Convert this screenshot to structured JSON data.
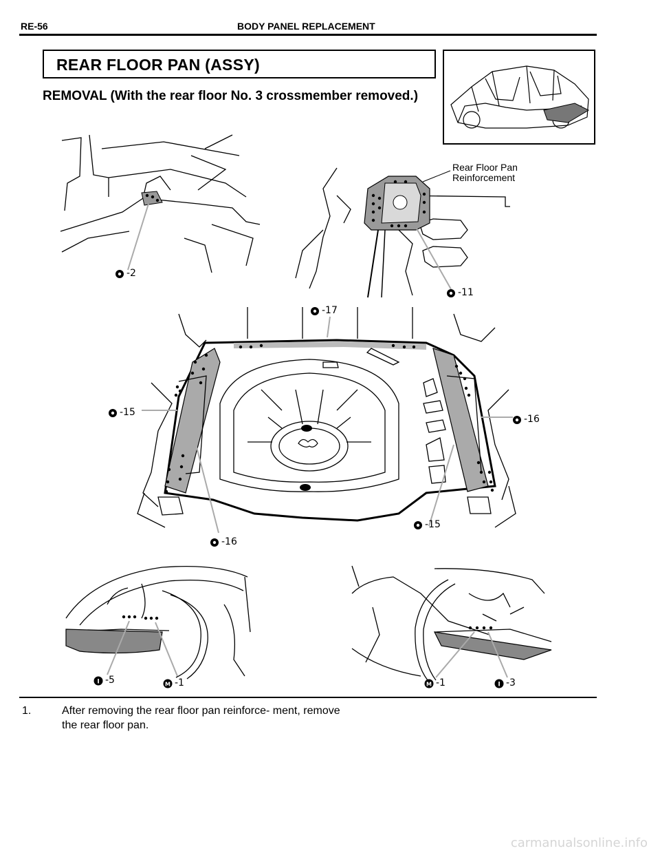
{
  "header": {
    "code": "RE-56",
    "title": "BODY PANEL REPLACEMENT"
  },
  "section_title": "REAR FLOOR PAN (ASSY)",
  "subtitle": "REMOVAL (With the rear floor No. 3 crossmember removed.)",
  "callouts": {
    "reinforcement": [
      "Rear Floor Pan",
      "Reinforcement"
    ]
  },
  "weld_codes": {
    "top_left": "-2",
    "top_right": "-11",
    "top_center": "-17",
    "left": "-15",
    "right": "-16",
    "bottom_left": "-16",
    "bottom_right": "-15",
    "low_left_a": "-5",
    "low_left_b": "-1",
    "low_right_a": "-1",
    "low_right_b": "-3"
  },
  "weld_symbols": {
    "spot": "O",
    "mig": "M",
    "inert": "I"
  },
  "step": {
    "number": "1.",
    "text": "After removing the rear floor pan reinforce- ment, remove the rear floor pan."
  },
  "watermark": "carmanualsonline.info"
}
